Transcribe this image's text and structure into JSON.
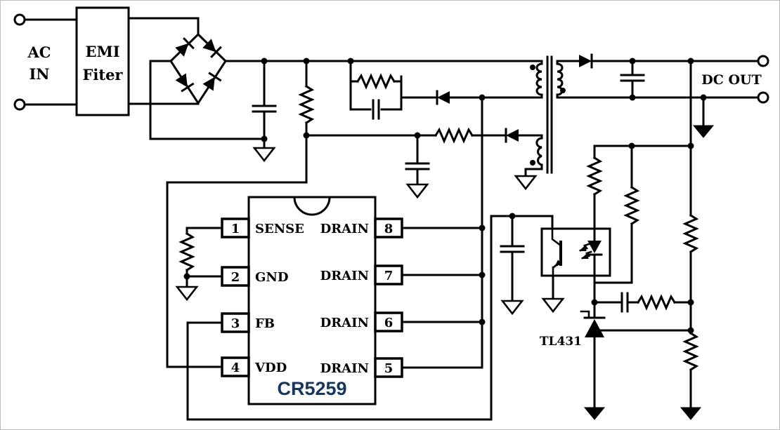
{
  "labels": {
    "ac_line1": "AC",
    "ac_line2": "IN",
    "emi_line1": "EMI",
    "emi_line2": "Fiter",
    "dc_out": "DC OUT",
    "tl431": "TL431"
  },
  "ic": {
    "part_number": "CR5259",
    "left_pins": [
      {
        "number": "1",
        "label": "SENSE"
      },
      {
        "number": "2",
        "label": "GND"
      },
      {
        "number": "3",
        "label": "FB"
      },
      {
        "number": "4",
        "label": "VDD"
      }
    ],
    "right_pins": [
      {
        "number": "8",
        "label": "DRAIN"
      },
      {
        "number": "7",
        "label": "DRAIN"
      },
      {
        "number": "6",
        "label": "DRAIN"
      },
      {
        "number": "5",
        "label": "DRAIN"
      }
    ]
  },
  "colors": {
    "line": "#000000",
    "background": "#ffffff",
    "part_number_text": "#17365d"
  }
}
